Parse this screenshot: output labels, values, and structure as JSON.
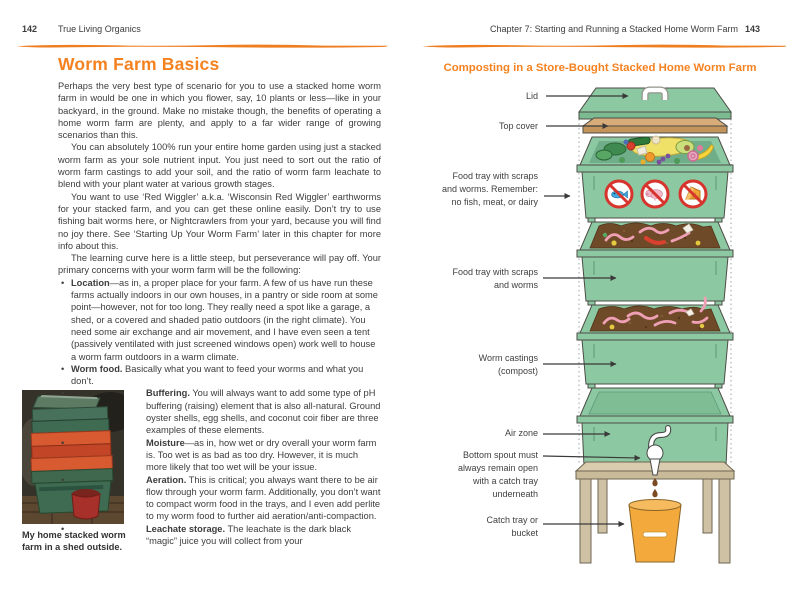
{
  "left_page": {
    "page_number": "142",
    "header_title": "True Living Organics",
    "heading": "Worm Farm Basics",
    "paragraphs": [
      "Perhaps the very best type of scenario for you to use a stacked home worm farm in would be one in which you flower, say, 10 plants or less—like in your backyard, in the ground. Make no mistake though, the benefits of operating a home worm farm are plenty, and apply to a far wider range of growing scenarios than this.",
      "You can absolutely 100% run your entire home garden using just a stacked worm farm as your sole nutrient input. You just need to sort out the ratio of worm farm castings to add your soil, and the ratio of worm farm leachate to blend with your plant water at various growth stages.",
      "You want to use ‘Red Wiggler’ a.k.a. ‘Wisconsin Red Wiggler’ earthworms for your stacked farm, and you can get these online easily. Don’t try to use fishing bait worms here, or Nightcrawlers from your yard, because you will find no joy there. See ‘Starting Up Your Worm Farm’ later in this chapter for more info about this.",
      "The learning curve here is a little steep, but perseverance will pay off. Your primary concerns with your worm farm will be the following:"
    ],
    "bullets": [
      {
        "lead": "Location",
        "rest": "—as in, a proper place for your farm. A few of us have run these farms actually indoors in our own houses, in a pantry or side room at some point—however, not for too long. They really need a spot like a garage, a shed, or a covered and shaded patio outdoors (in the right climate). You need some air exchange and air movement, and I have even seen a tent (passively ventilated with just screened windows open) work well to house a worm farm outdoors in a warm climate."
      },
      {
        "lead": "Worm food.",
        "rest": " Basically what you want to feed your worms and what you don’t."
      },
      {
        "lead": "Buffering.",
        "rest": " You will always want to add some type of pH buffering (raising) element that is also all-natural. Ground oyster shells, egg shells, and coconut coir fiber are three examples of these elements."
      },
      {
        "lead": "Moisture",
        "rest": "—as in, how wet or dry overall your worm farm is. Too wet is as bad as too dry. However, it is much more likely that too wet will be your issue."
      },
      {
        "lead": "Aeration.",
        "rest": " This is critical; you always want there to be air flow through your worm farm. Additionally, you don’t want to compact worm food in the trays, and I even add perlite to my worm food to further aid aeration/anti-compaction."
      },
      {
        "lead": "Leachate storage.",
        "rest": " The leachate is the dark black “magic” juice you will collect from your"
      }
    ],
    "photo_caption": "My home stacked worm farm in a shed outside."
  },
  "right_page": {
    "header_title": "Chapter 7: Starting and Running a Stacked Home Worm Farm",
    "page_number": "143",
    "diagram_title": "Composting in a Store-Bought Stacked Home Worm Farm",
    "labels": [
      "Lid",
      "Top cover",
      "Food tray with scraps and worms. Remember: no fish, meat, or dairy",
      "Food tray with scraps and worms",
      "Worm castings (compost)",
      "Air zone",
      "Bottom spout must always remain open with a catch tray underneath",
      "Catch tray or bucket"
    ],
    "prohibition_icons": [
      "no-fish-icon",
      "no-meat-icon",
      "no-dairy-icon"
    ]
  },
  "colors": {
    "accent_orange": "#F58220",
    "tray_green": "#8CC8A1",
    "cover_tan": "#D8AC79",
    "stand_tan": "#CFC2A4",
    "bucket_orange": "#F3A93C",
    "soil_brown": "#6E4A29",
    "worm_pink": "#EFA0B4",
    "prohibition_red": "#D6342C",
    "body_text": "#3d3d3d"
  }
}
